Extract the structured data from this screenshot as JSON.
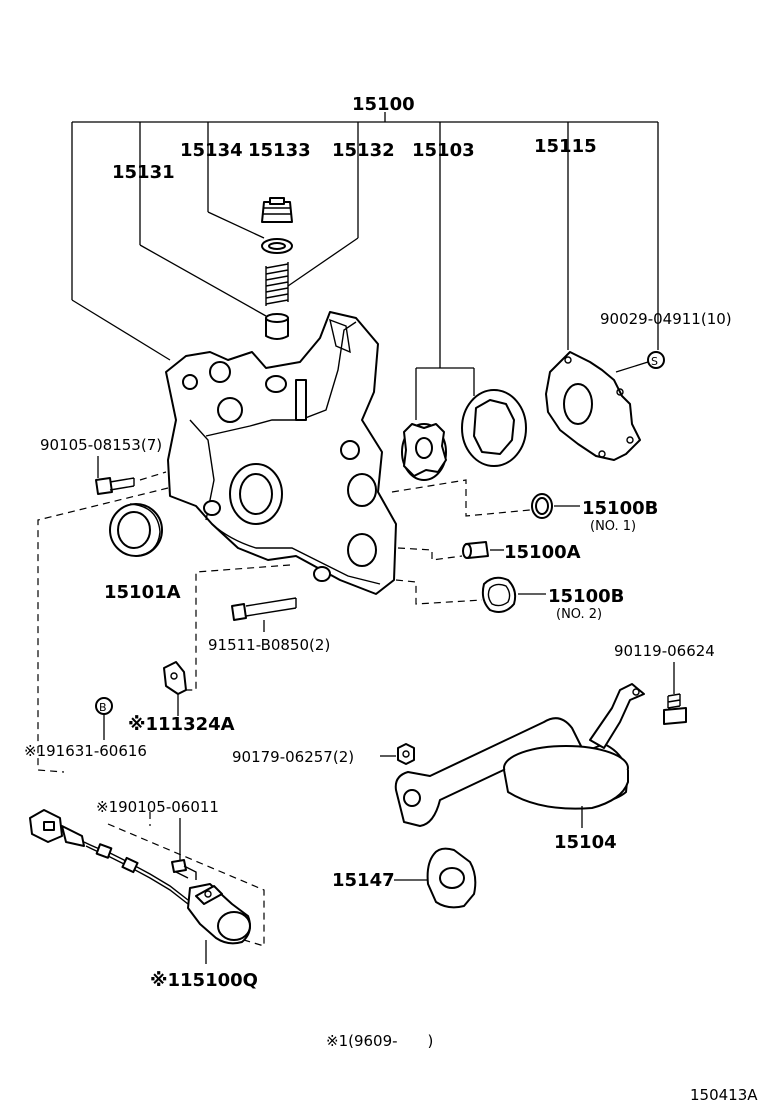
{
  "parts": {
    "assembly": "15100",
    "p15131": "15131",
    "p15134": "15134",
    "p15133": "15133",
    "p15132": "15132",
    "p15103": "15103",
    "p15115": "15115",
    "screw_90029": "90029-04911(10)",
    "bolt_90105": "90105-08153(7)",
    "seal_15101A": "15101A",
    "oring_15100B_1": "15100B",
    "oring_15100B_1_note": "(NO. 1)",
    "pin_15100A": "15100A",
    "oring_15100B_2": "15100B",
    "oring_15100B_2_note": "(NO. 2)",
    "bolt_91511": "91511-B0850(2)",
    "bolt_90119": "90119-06624",
    "bracket_11324A": "※111324A",
    "bolt_91631": "※191631-60616",
    "nut_90179": "90179-06257(2)",
    "strainer_15104": "15104",
    "bolt_90105_06011": "※190105-06011",
    "gasket_15147": "15147",
    "sensor_15100Q": "※115100Q"
  },
  "callouts": {
    "s_mark": "S",
    "b_mark": "B"
  },
  "footnote": "※1(9609-　　)",
  "figure_code": "150413A"
}
